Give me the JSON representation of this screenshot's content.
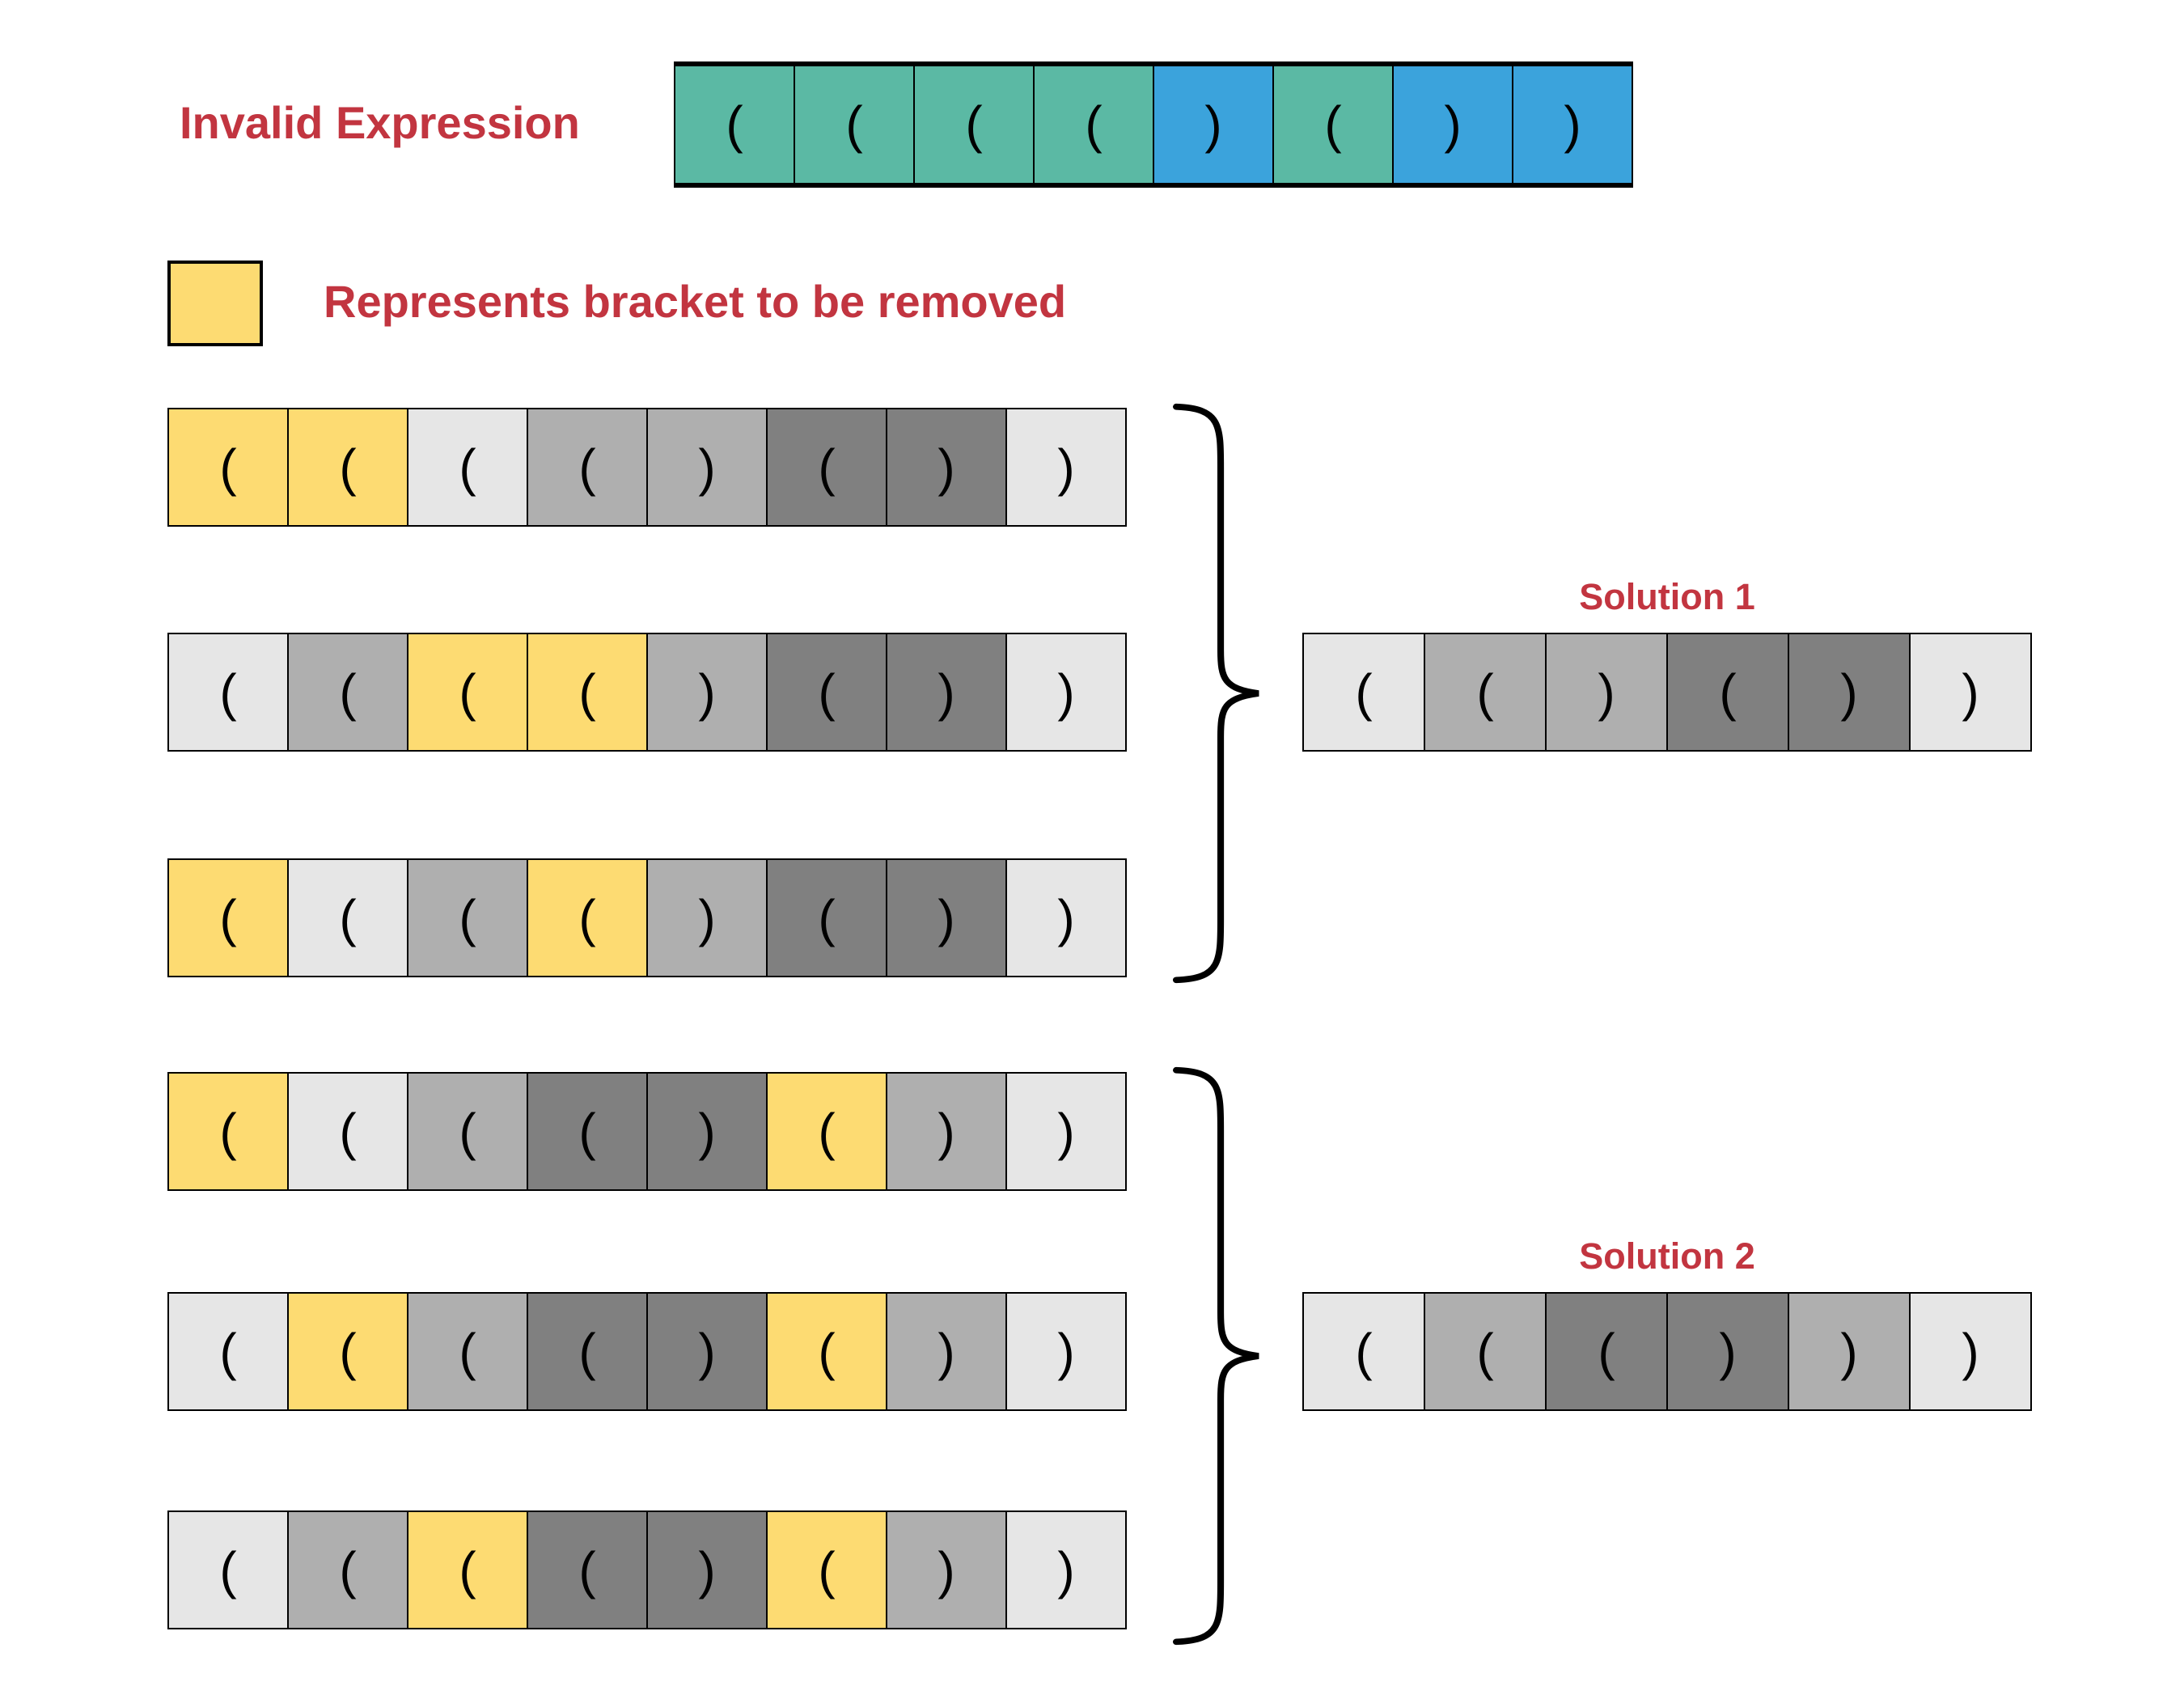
{
  "palette": {
    "teal": "#5BB9A4",
    "blue": "#3BA3DC",
    "yellow": "#FDDB72",
    "gray1": "#E6E6E6",
    "gray2": "#AFAFAF",
    "gray3": "#808080",
    "red": "#C23540",
    "stroke": "#000000"
  },
  "header": {
    "invalid_label": "Invalid Expression"
  },
  "legend": {
    "text": "Represents bracket to be removed",
    "swatch_color": "yellow"
  },
  "invalid_expression": {
    "cells": [
      {
        "char": "(",
        "color": "teal"
      },
      {
        "char": "(",
        "color": "teal"
      },
      {
        "char": "(",
        "color": "teal"
      },
      {
        "char": "(",
        "color": "teal"
      },
      {
        "char": ")",
        "color": "blue"
      },
      {
        "char": "(",
        "color": "teal"
      },
      {
        "char": ")",
        "color": "blue"
      },
      {
        "char": ")",
        "color": "blue"
      }
    ]
  },
  "group1": {
    "rows": [
      {
        "cells": [
          {
            "char": "(",
            "color": "yellow"
          },
          {
            "char": "(",
            "color": "yellow"
          },
          {
            "char": "(",
            "color": "gray1"
          },
          {
            "char": "(",
            "color": "gray2"
          },
          {
            "char": ")",
            "color": "gray2"
          },
          {
            "char": "(",
            "color": "gray3"
          },
          {
            "char": ")",
            "color": "gray3"
          },
          {
            "char": ")",
            "color": "gray1"
          }
        ]
      },
      {
        "cells": [
          {
            "char": "(",
            "color": "gray1"
          },
          {
            "char": "(",
            "color": "gray2"
          },
          {
            "char": "(",
            "color": "yellow"
          },
          {
            "char": "(",
            "color": "yellow"
          },
          {
            "char": ")",
            "color": "gray2"
          },
          {
            "char": "(",
            "color": "gray3"
          },
          {
            "char": ")",
            "color": "gray3"
          },
          {
            "char": ")",
            "color": "gray1"
          }
        ]
      },
      {
        "cells": [
          {
            "char": "(",
            "color": "yellow"
          },
          {
            "char": "(",
            "color": "gray1"
          },
          {
            "char": "(",
            "color": "gray2"
          },
          {
            "char": "(",
            "color": "yellow"
          },
          {
            "char": ")",
            "color": "gray2"
          },
          {
            "char": "(",
            "color": "gray3"
          },
          {
            "char": ")",
            "color": "gray3"
          },
          {
            "char": ")",
            "color": "gray1"
          }
        ]
      }
    ]
  },
  "solution1": {
    "title": "Solution 1",
    "cells": [
      {
        "char": "(",
        "color": "gray1"
      },
      {
        "char": "(",
        "color": "gray2"
      },
      {
        "char": ")",
        "color": "gray2"
      },
      {
        "char": "(",
        "color": "gray3"
      },
      {
        "char": ")",
        "color": "gray3"
      },
      {
        "char": ")",
        "color": "gray1"
      }
    ]
  },
  "group2": {
    "rows": [
      {
        "cells": [
          {
            "char": "(",
            "color": "yellow"
          },
          {
            "char": "(",
            "color": "gray1"
          },
          {
            "char": "(",
            "color": "gray2"
          },
          {
            "char": "(",
            "color": "gray3"
          },
          {
            "char": ")",
            "color": "gray3"
          },
          {
            "char": "(",
            "color": "yellow"
          },
          {
            "char": ")",
            "color": "gray2"
          },
          {
            "char": ")",
            "color": "gray1"
          }
        ]
      },
      {
        "cells": [
          {
            "char": "(",
            "color": "gray1"
          },
          {
            "char": "(",
            "color": "yellow"
          },
          {
            "char": "(",
            "color": "gray2"
          },
          {
            "char": "(",
            "color": "gray3"
          },
          {
            "char": ")",
            "color": "gray3"
          },
          {
            "char": "(",
            "color": "yellow"
          },
          {
            "char": ")",
            "color": "gray2"
          },
          {
            "char": ")",
            "color": "gray1"
          }
        ]
      },
      {
        "cells": [
          {
            "char": "(",
            "color": "gray1"
          },
          {
            "char": "(",
            "color": "gray2"
          },
          {
            "char": "(",
            "color": "yellow"
          },
          {
            "char": "(",
            "color": "gray3"
          },
          {
            "char": ")",
            "color": "gray3"
          },
          {
            "char": "(",
            "color": "yellow"
          },
          {
            "char": ")",
            "color": "gray2"
          },
          {
            "char": ")",
            "color": "gray1"
          }
        ]
      }
    ]
  },
  "solution2": {
    "title": "Solution 2",
    "cells": [
      {
        "char": "(",
        "color": "gray1"
      },
      {
        "char": "(",
        "color": "gray2"
      },
      {
        "char": "(",
        "color": "gray3"
      },
      {
        "char": ")",
        "color": "gray3"
      },
      {
        "char": ")",
        "color": "gray2"
      },
      {
        "char": ")",
        "color": "gray1"
      }
    ]
  }
}
